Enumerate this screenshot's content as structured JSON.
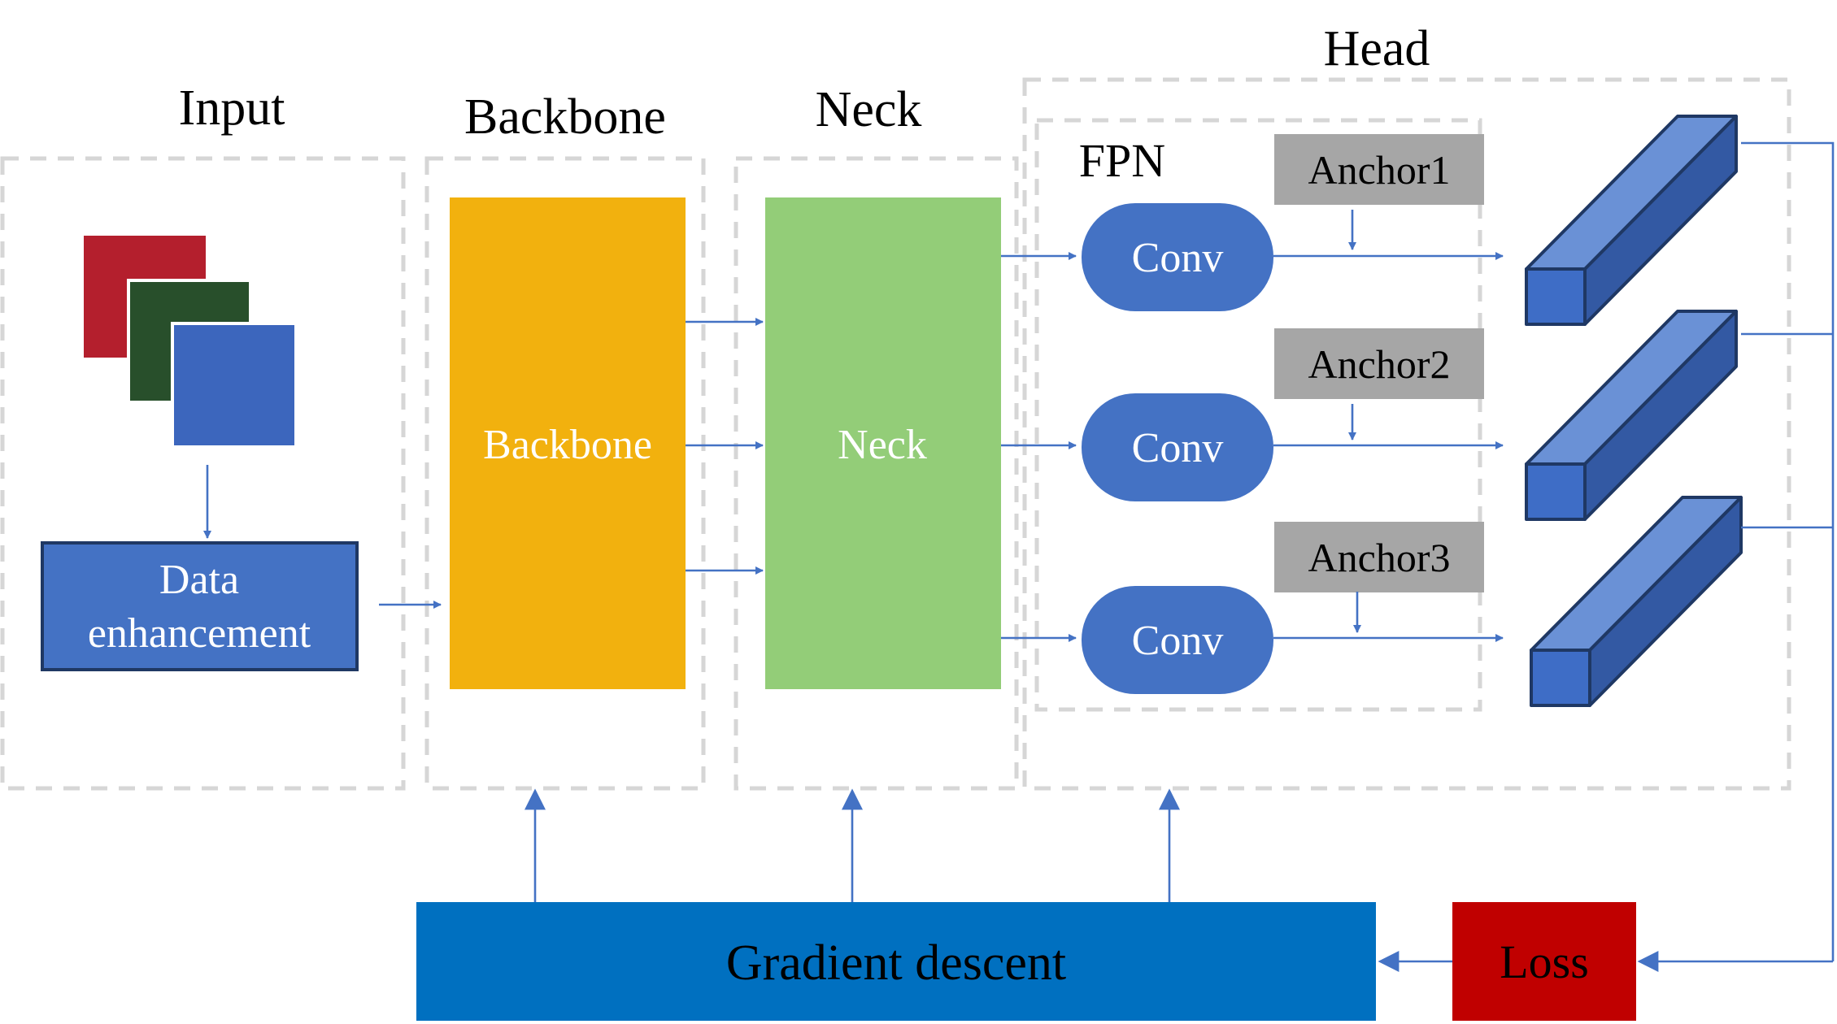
{
  "sections": {
    "input": "Input",
    "backbone": "Backbone",
    "neck": "Neck",
    "head": "Head",
    "fpn": "FPN"
  },
  "blocks": {
    "data_enhancement": [
      "Data",
      "enhancement"
    ],
    "backbone": "Backbone",
    "neck": "Neck",
    "conv": [
      "Conv",
      "Conv",
      "Conv"
    ],
    "anchors": [
      "Anchor1",
      "Anchor2",
      "Anchor3"
    ],
    "gradient_descent": "Gradient descent",
    "loss": "Loss"
  },
  "colors": {
    "flow": "#4472c4",
    "backbone": "#f2b10e",
    "neck": "#93cd78",
    "conv": "#4472c4",
    "data_enhancement": "#4472c4",
    "anchor": "#a6a6a6",
    "gradient_descent": "#0070c0",
    "loss": "#c00000",
    "image_red": "#b41f2d",
    "image_green": "#284f2b",
    "image_blue": "#3c66bd",
    "dashed_border": "#d6d6d6"
  }
}
